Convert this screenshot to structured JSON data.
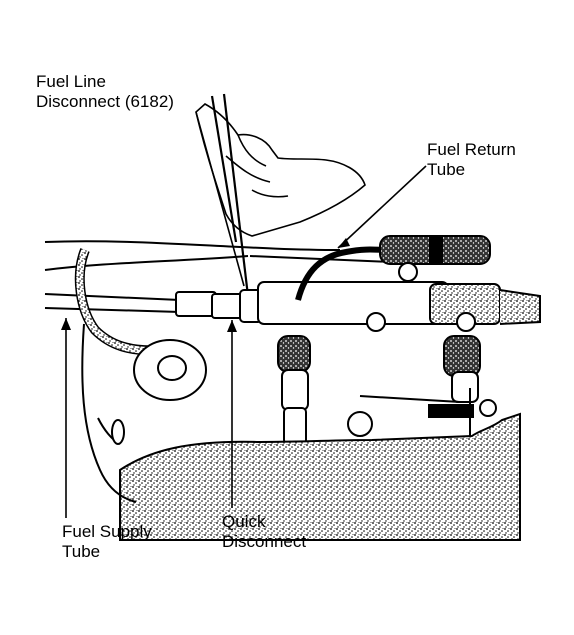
{
  "labels": {
    "fuel_line_disconnect": [
      "Fuel Line",
      "Disconnect (6182)"
    ],
    "fuel_return_tube": [
      "Fuel Return",
      "Tube"
    ],
    "fuel_supply_tube": [
      "Fuel Supply",
      "Tube"
    ],
    "quick_disconnect": [
      "Quick",
      "Disconnect"
    ]
  },
  "colors": {
    "ink": "#000000",
    "paper": "#ffffff"
  }
}
